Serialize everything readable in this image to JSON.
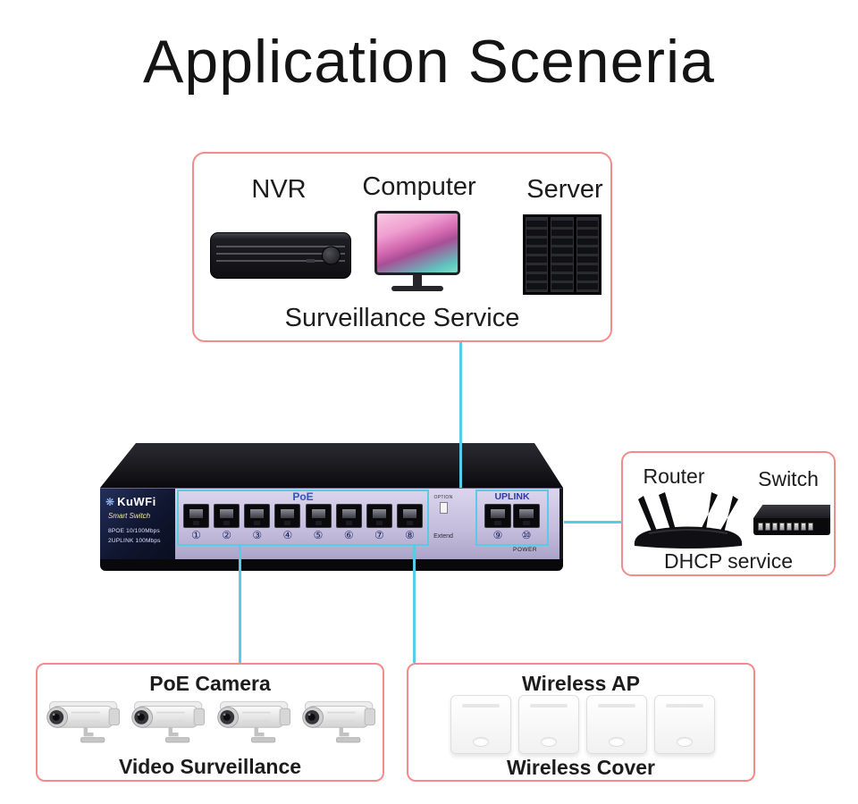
{
  "title": "Application Sceneria",
  "colors": {
    "connector_line": "#59cbe8",
    "box_border": "#f28c8c",
    "switch_faceplate": "#cdc6e4"
  },
  "surveillance_box": {
    "labels": [
      "NVR",
      "Computer",
      "Server"
    ],
    "caption": "Surveillance Service"
  },
  "dhcp_box": {
    "labels": [
      "Router",
      "Switch"
    ],
    "caption": "DHCP service"
  },
  "camera_box": {
    "title": "PoE Camera",
    "caption": "Video Surveillance"
  },
  "wireless_box": {
    "title": "Wireless AP",
    "caption": "Wireless Cover"
  },
  "switch_device": {
    "brand": "KuWFi",
    "logo_glyph": "❋",
    "subtitle": "Smart Switch",
    "spec1": "8POE 10/100Mbps",
    "spec2": "2UPLINK 100Mbps",
    "poe_label": "PoE",
    "uplink_label": "UPLINK",
    "option_label": "OPTION",
    "extend_label": "Extend",
    "power_label": "POWER",
    "poe_port_numbers": [
      "①",
      "②",
      "③",
      "④",
      "⑤",
      "⑥",
      "⑦",
      "⑧"
    ],
    "uplink_port_numbers": [
      "⑨",
      "⑩"
    ]
  }
}
